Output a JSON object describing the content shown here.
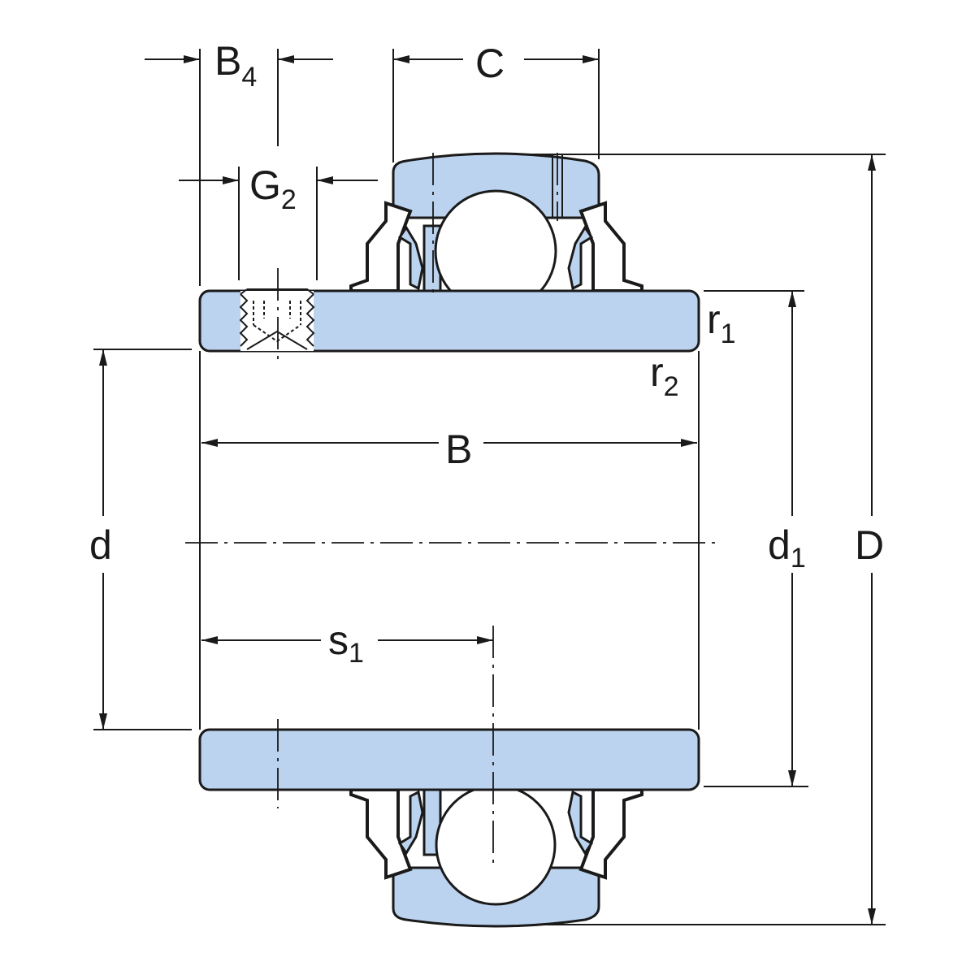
{
  "title": "Insert bearing with grub screws - dimension drawing",
  "colors": {
    "part_fill": "#bcd3ef",
    "line": "#1a1a1a"
  },
  "labels": {
    "B4": {
      "main": "B",
      "sub": "4"
    },
    "C": {
      "main": "C"
    },
    "G2": {
      "main": "G",
      "sub": "2"
    },
    "r1": {
      "main": "r",
      "sub": "1"
    },
    "r2": {
      "main": "r",
      "sub": "2"
    },
    "B": {
      "main": "B"
    },
    "d": {
      "main": "d"
    },
    "d1": {
      "main": "d",
      "sub": "1"
    },
    "D": {
      "main": "D"
    },
    "s1": {
      "main": "s",
      "sub": "1"
    }
  }
}
